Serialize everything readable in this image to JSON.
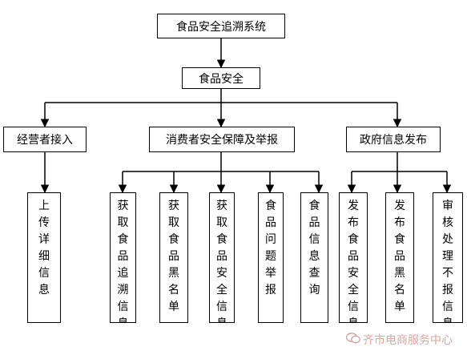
{
  "diagram": {
    "root": "食品安全追溯系统",
    "level1": "食品安全",
    "level2": [
      "经营者接入",
      "消费者安全保障及举报",
      "政府信息发布"
    ],
    "leaves": [
      "上传详细信息",
      "获取食品追溯信息",
      "获取食品黑名单",
      "获取食品安全信息",
      "食品问题举报",
      "食品信息查询",
      "发布食品安全信息",
      "发布食品黑名单",
      "审核处理不报信息"
    ]
  },
  "watermark": "齐市电商服务中心"
}
